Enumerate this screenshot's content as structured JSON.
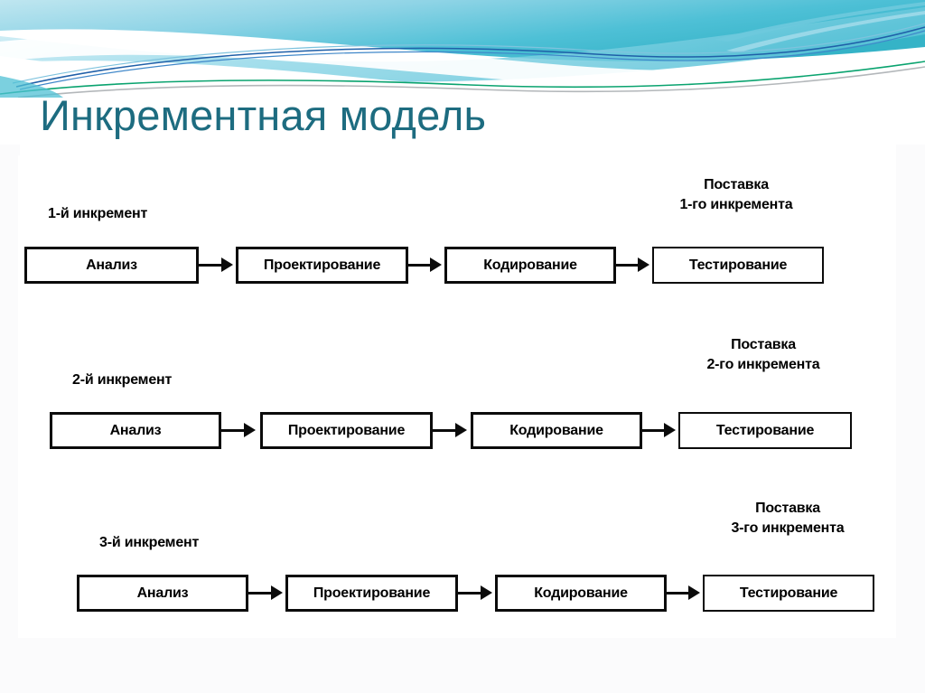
{
  "slide": {
    "title": "Инкрементная модель",
    "title_color": "#1d6c80",
    "background_color": "#ffffff",
    "content_background": "#ffffff"
  },
  "decoration": {
    "name": "header-wave-band",
    "colors": {
      "cyan_light": "#a9dcea",
      "cyan_mid": "#6ecadd",
      "teal": "#35b3c7",
      "blue_dark": "#1f5fa8",
      "green_line": "#0aa36f",
      "gray_line": "#b3b7ba",
      "white": "#ffffff"
    }
  },
  "diagram": {
    "type": "flow",
    "stage_labels": [
      "Анализ",
      "Проектирование",
      "Кодирование",
      "Тестирование"
    ],
    "increments": [
      {
        "id": "increment-1",
        "increment_label": "1-й инкремент",
        "delivery_label_line1": "Поставка",
        "delivery_label_line2": "1-го инкремента",
        "stages": [
          "Анализ",
          "Проектирование",
          "Кодирование",
          "Тестирование"
        ]
      },
      {
        "id": "increment-2",
        "increment_label": "2-й инкремент",
        "delivery_label_line1": "Поставка",
        "delivery_label_line2": "2-го инкремента",
        "stages": [
          "Анализ",
          "Проектирование",
          "Кодирование",
          "Тестирование"
        ]
      },
      {
        "id": "increment-3",
        "increment_label": "3-й инкремент",
        "delivery_label_line1": "Поставка",
        "delivery_label_line2": "3-го инкремента",
        "stages": [
          "Анализ",
          "Проектирование",
          "Кодирование",
          "Тестирование"
        ]
      }
    ]
  }
}
